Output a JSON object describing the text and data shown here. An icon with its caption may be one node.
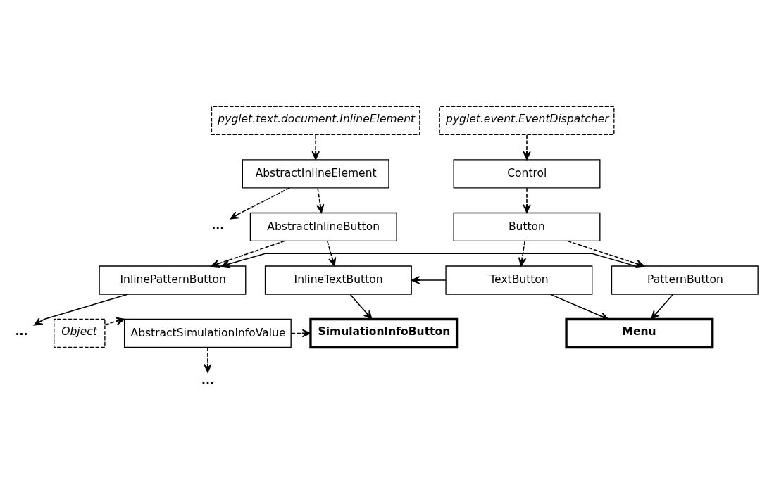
{
  "diagram": {
    "nodes": [
      {
        "text": [
          "pyglet.text.document.InlineElement"
        ]
      },
      {
        "text": [
          "pyglet.event.EventDispatcher"
        ]
      },
      {
        "text": [
          "AbstractInlineElement"
        ]
      },
      {
        "text": [
          "Control"
        ]
      },
      {
        "text": [
          "..."
        ]
      },
      {
        "text": [
          "AbstractInlineButton"
        ]
      },
      {
        "text": [
          "Button"
        ]
      },
      {
        "text": [
          "InlinePatternButton"
        ]
      },
      {
        "text": [
          "InlineTextButton"
        ]
      },
      {
        "text": [
          "TextButton"
        ]
      },
      {
        "text": [
          "PatternButton"
        ]
      },
      {
        "text": [
          "..."
        ]
      },
      {
        "text": [
          "Menu"
        ]
      },
      {
        "text": [
          "Object"
        ]
      },
      {
        "text": [
          "AbstractSimulationInfoValue"
        ]
      },
      {
        "text": [
          "SimulationInfoButton"
        ]
      },
      {
        "text": [
          "..."
        ]
      }
    ],
    "edges": [
      {
        "from": 0,
        "to": 2,
        "arrow": "to",
        "style": "dashed"
      },
      {
        "from": 1,
        "to": 3,
        "arrow": "to",
        "style": "dashed"
      },
      {
        "from": 2,
        "to": 4,
        "arrow": "to",
        "style": "dashed"
      },
      {
        "from": 2,
        "to": 5,
        "arrow": "to",
        "style": "dashed"
      },
      {
        "from": 3,
        "to": 6,
        "arrow": "to",
        "style": "dashed"
      },
      {
        "from": 5,
        "to": 7,
        "arrow": "to",
        "style": "dashed"
      },
      {
        "from": 5,
        "to": 8,
        "arrow": "to",
        "style": "dashed"
      },
      {
        "from": 6,
        "to": 9,
        "arrow": "to",
        "style": "dashed"
      },
      {
        "from": 6,
        "to": 10,
        "arrow": "to",
        "style": "dashed"
      },
      {
        "from": 9,
        "to": 8,
        "arrow": "to"
      },
      {
        "from": 10,
        "to": 7,
        "arrow": "to"
      },
      {
        "from": 7,
        "to": 11,
        "arrow": "to"
      },
      {
        "from": 9,
        "to": 12,
        "arrow": "to"
      },
      {
        "from": 10,
        "to": 12,
        "arrow": "to"
      },
      {
        "from": 8,
        "to": 15,
        "arrow": "to"
      },
      {
        "from": 13,
        "to": 14,
        "arrow": "to",
        "style": "dashed"
      },
      {
        "from": 14,
        "to": 15,
        "arrow": "to",
        "style": "dashed"
      },
      {
        "from": 14,
        "to": 16,
        "arrow": "to",
        "style": "dashed"
      }
    ]
  }
}
